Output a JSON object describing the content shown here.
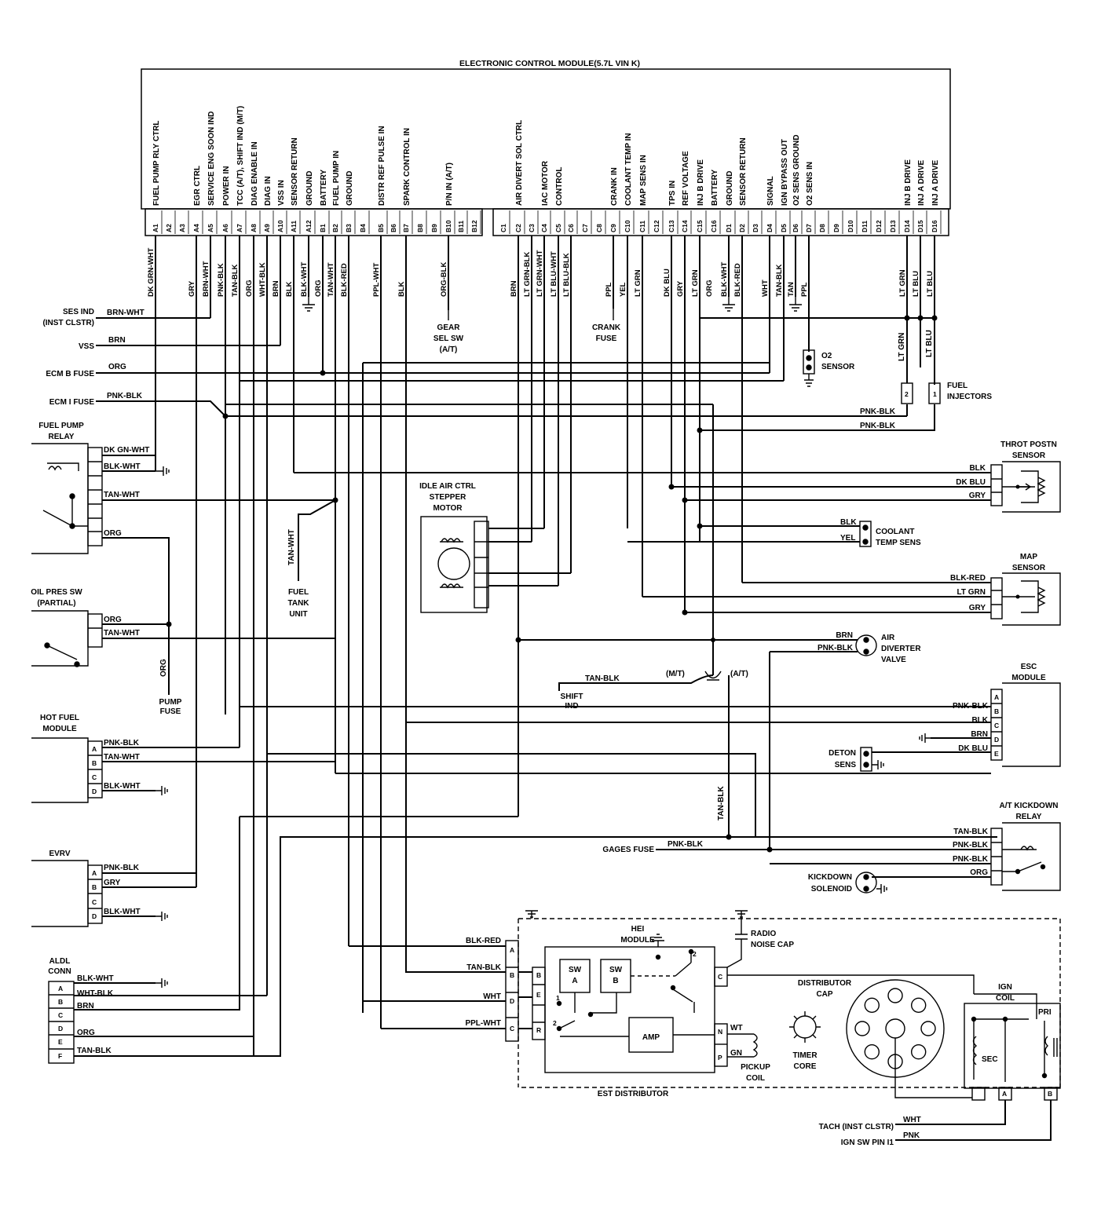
{
  "title": "ELECTRONIC CONTROL MODULE(5.7L VIN K)",
  "ecm_functions": [
    "FUEL PUMP RLY CTRL",
    "EGR CTRL",
    "SERVICE ENG SOON IND",
    "POWER IN",
    "TCC (A/T), SHIFT IND (M/T)",
    "DIAG ENABLE IN",
    "DIAG IN",
    "VSS IN",
    "SENSOR RETURN",
    "GROUND",
    "BATTERY",
    "FUEL PUMP IN",
    "GROUND",
    "DISTR REF PULSE IN",
    "SPARK CONTROL IN",
    "P/N IN (A/T)",
    "AIR DIVERT SOL CTRL",
    "IAC MOTOR",
    "CONTROL",
    "CRANK IN",
    "COOLANT TEMP IN",
    "MAP SENS IN",
    "TPS IN",
    "REF VOLTAGE",
    "INJ B DRIVE",
    "BATTERY",
    "GROUND",
    "SENSOR RETURN",
    "SIGNAL",
    "IGN BYPASS OUT",
    "O2 SENS GROUND",
    "O2 SENS IN",
    "INJ B DRIVE",
    "INJ A DRIVE",
    "INJ A DRIVE"
  ],
  "pins": [
    "A1",
    "A2",
    "A3",
    "A4",
    "A5",
    "A6",
    "A7",
    "A8",
    "A9",
    "A10",
    "A11",
    "A12",
    "B1",
    "B2",
    "B3",
    "B4",
    "B5",
    "B6",
    "B7",
    "B8",
    "B9",
    "B10",
    "B11",
    "B12",
    "C1",
    "C2",
    "C3",
    "C4",
    "C5",
    "C6",
    "C7",
    "C8",
    "C9",
    "C10",
    "C11",
    "C12",
    "C13",
    "C14",
    "C15",
    "C16",
    "D1",
    "D2",
    "D3",
    "D4",
    "D5",
    "D6",
    "D7",
    "D8",
    "D9",
    "D10",
    "D11",
    "D12",
    "D13",
    "D14",
    "D15",
    "D16"
  ],
  "pin_wires": [
    {
      "pin": "A1",
      "color": "DK GRN-WHT"
    },
    {
      "pin": "A4",
      "color": "GRY"
    },
    {
      "pin": "A5",
      "color": "BRN-WHT"
    },
    {
      "pin": "A6",
      "color": "PNK-BLK"
    },
    {
      "pin": "A7",
      "color": "TAN-BLK"
    },
    {
      "pin": "A8",
      "color": "ORG"
    },
    {
      "pin": "A9",
      "color": "WHT-BLK"
    },
    {
      "pin": "A10",
      "color": "BRN"
    },
    {
      "pin": "A11",
      "color": "BLK"
    },
    {
      "pin": "A12",
      "color": "BLK-WHT"
    },
    {
      "pin": "B1",
      "color": "ORG"
    },
    {
      "pin": "B2",
      "color": "TAN-WHT"
    },
    {
      "pin": "B3",
      "color": "BLK-RED"
    },
    {
      "pin": "B5",
      "color": "PPL-WHT"
    },
    {
      "pin": "B7",
      "color": "BLK"
    },
    {
      "pin": "B10",
      "color": "ORG-BLK"
    },
    {
      "pin": "C2",
      "color": "BRN"
    },
    {
      "pin": "C3",
      "color": "LT GRN-BLK"
    },
    {
      "pin": "C4",
      "color": "LT GRN-WHT"
    },
    {
      "pin": "C5",
      "color": "LT BLU-WHT"
    },
    {
      "pin": "C6",
      "color": "LT BLU-BLK"
    },
    {
      "pin": "C9",
      "color": "PPL"
    },
    {
      "pin": "C10",
      "color": "YEL"
    },
    {
      "pin": "C11",
      "color": "LT GRN"
    },
    {
      "pin": "C13",
      "color": "DK BLU"
    },
    {
      "pin": "C14",
      "color": "GRY"
    },
    {
      "pin": "C15",
      "color": "LT GRN"
    },
    {
      "pin": "C16",
      "color": "ORG"
    },
    {
      "pin": "D1",
      "color": "BLK-WHT"
    },
    {
      "pin": "D2",
      "color": "BLK-RED"
    },
    {
      "pin": "D4",
      "color": "WHT"
    },
    {
      "pin": "D5",
      "color": "TAN-BLK"
    },
    {
      "pin": "D6",
      "color": "TAN"
    },
    {
      "pin": "D7",
      "color": "PPL"
    },
    {
      "pin": "D14",
      "color": "LT GRN"
    },
    {
      "pin": "D15",
      "color": "LT BLU"
    },
    {
      "pin": "D16",
      "color": "LT BLU"
    }
  ],
  "left_labels": {
    "ses_ind": "SES IND",
    "inst_clstr": "(INST CLSTR)",
    "ses_wire": "BRN-WHT",
    "vss": "VSS",
    "vss_wire": "BRN",
    "ecm_b_fuse": "ECM B FUSE",
    "ecm_b_wire": "ORG",
    "ecm_i_fuse": "ECM I FUSE",
    "ecm_i_wire": "PNK-BLK",
    "fuel_pump_relay": "FUEL PUMP",
    "relay": "RELAY",
    "fpr_w1": "DK GN-WHT",
    "fpr_w2": "BLK-WHT",
    "fpr_w3": "TAN-WHT",
    "fpr_w4": "ORG",
    "oil_pres": "OIL PRES SW",
    "partial": "(PARTIAL)",
    "ops_w1": "ORG",
    "ops_w2": "TAN-WHT",
    "org": "ORG",
    "pump_fuse_1": "PUMP",
    "pump_fuse_2": "FUSE",
    "tan_wht": "TAN-WHT",
    "fuel_tank_1": "FUEL",
    "fuel_tank_2": "TANK",
    "fuel_tank_3": "UNIT",
    "hot_fuel_1": "HOT FUEL",
    "hot_fuel_2": "MODULE",
    "hf_w1": "PNK-BLK",
    "hf_w2": "TAN-WHT",
    "hf_w3": "BLK-WHT",
    "evrv": "EVRV",
    "ev_w1": "PNK-BLK",
    "ev_w2": "GRY",
    "ev_w3": "BLK-WHT",
    "aldl_1": "ALDL",
    "aldl_2": "CONN",
    "al_w1": "BLK-WHT",
    "al_w2": "WHT-BLK",
    "al_w3": "BRN",
    "al_w4": "ORG",
    "al_w5": "TAN-BLK"
  },
  "center_labels": {
    "gear_1": "GEAR",
    "gear_2": "SEL SW",
    "gear_3": "(A/T)",
    "crank_1": "CRANK",
    "crank_2": "FUSE",
    "iac_1": "IDLE AIR CTRL",
    "iac_2": "STEPPER",
    "iac_3": "MOTOR",
    "shift_1": "SHIFT",
    "shift_2": "IND",
    "shift_wire": "TAN-BLK",
    "mt": "(M/T)",
    "at": "(A/T)",
    "tan_blk_v": "TAN-BLK",
    "gages_fuse": "GAGES FUSE",
    "gages_wire": "PNK-BLK"
  },
  "right_labels": {
    "o2_1": "O2",
    "o2_2": "SENSOR",
    "inj_1": "FUEL",
    "inj_2": "INJECTORS",
    "lt_grn": "LT GRN",
    "lt_blu": "LT BLU",
    "pnk_blk": "PNK-BLK",
    "tps_1": "THROT POSTN",
    "tps_2": "SENSOR",
    "tps_w1": "BLK",
    "tps_w2": "DK BLU",
    "tps_w3": "GRY",
    "cts_1": "COOLANT",
    "cts_2": "TEMP SENS",
    "cts_w1": "BLK",
    "cts_w2": "YEL",
    "map_1": "MAP",
    "map_2": "SENSOR",
    "map_w1": "BLK-RED",
    "map_w2": "LT GRN",
    "map_w3": "GRY",
    "air_1": "AIR",
    "air_2": "DIVERTER",
    "air_3": "VALVE",
    "air_w1": "BRN",
    "air_w2": "PNK-BLK",
    "esc_1": "ESC",
    "esc_2": "MODULE",
    "esc_w1": "PNK-BLK",
    "esc_w2": "BLK",
    "esc_w3": "BRN",
    "esc_w4": "DK BLU",
    "deton_1": "DETON",
    "deton_2": "SENS",
    "kd_1": "A/T KICKDOWN",
    "kd_2": "RELAY",
    "kd_w1": "TAN-BLK",
    "kd_w2": "PNK-BLK",
    "kd_w3": "PNK-BLK",
    "kd_w4": "ORG",
    "kds_1": "KICKDOWN",
    "kds_2": "SOLENOID"
  },
  "distributor": {
    "hei_1": "HEI",
    "hei_2": "MODULE",
    "radio_1": "RADIO",
    "radio_2": "NOISE CAP",
    "sw_a": "SW",
    "sw_a2": "A",
    "sw_b": "SW",
    "sw_b2": "B",
    "amp": "AMP",
    "pickup_1": "PICKUP",
    "pickup_2": "COIL",
    "timer_1": "TIMER",
    "timer_2": "CORE",
    "dist_cap_1": "DISTRIBUTOR",
    "dist_cap_2": "CAP",
    "ign_coil_1": "IGN",
    "ign_coil_2": "COIL",
    "pri": "PRI",
    "sec": "SEC",
    "est": "EST  DISTRIBUTOR",
    "w_blk_red": "BLK-RED",
    "w_tan_blk": "TAN-BLK",
    "w_wht": "WHT",
    "w_ppl_wht": "PPL-WHT",
    "w_wt": "WT",
    "w_gn": "GN",
    "tach": "TACH (INST CLSTR)",
    "tach_wire": "WHT",
    "ign_sw": "IGN SW PIN I1",
    "ign_wire": "PNK"
  }
}
